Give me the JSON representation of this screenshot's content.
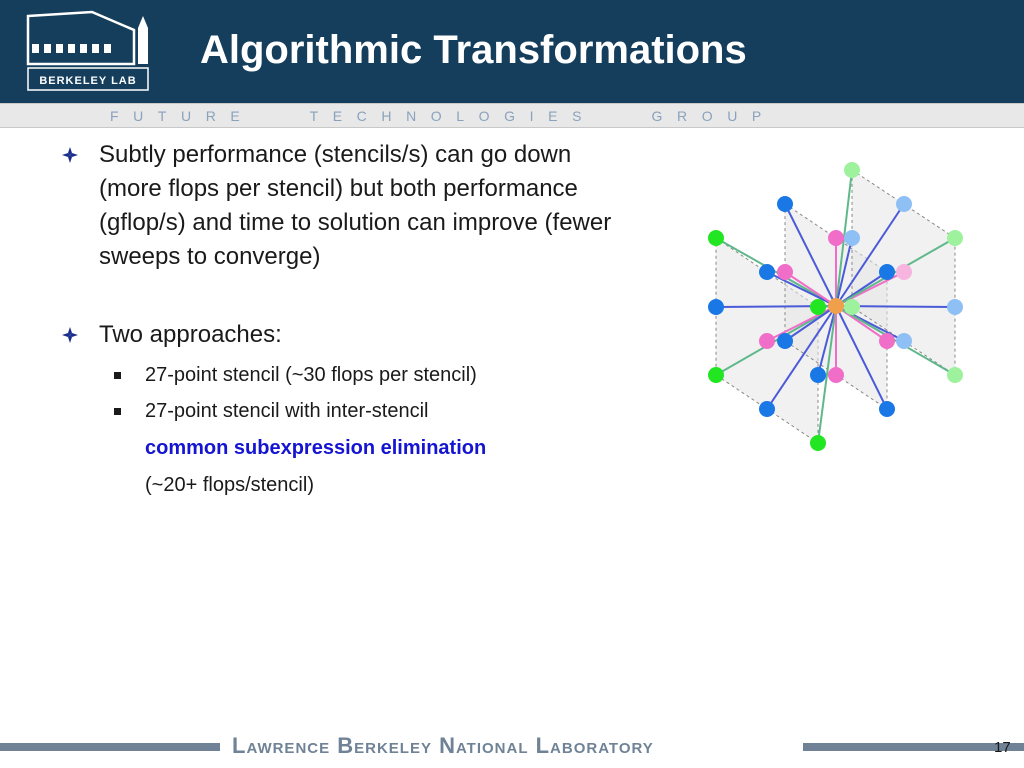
{
  "header": {
    "title": "Algorithmic Transformations",
    "logo_text": "BERKELEY LAB",
    "tagline": "FUTURE   TECHNOLOGIES   GROUP"
  },
  "bullets": [
    {
      "text": "Subtly performance (stencils/s) can go down (more flops per stencil) but both performance (gflop/s) and time to solution can improve (fewer sweeps to converge)"
    },
    {
      "text": "Two approaches:",
      "subitems": [
        "27-point stencil (~30 flops per stencil)",
        "27-point stencil with inter-stencil"
      ],
      "continuation_highlight": "common subexpression elimination",
      "continuation_plain": "(~20+ flops/stencil)"
    }
  ],
  "colors": {
    "header_bg": "#153e5c",
    "highlight": "#1414d2",
    "footer": "#6f8296",
    "node_green": "#22e622",
    "node_blue": "#1a78e6",
    "node_pink": "#f06ec8",
    "node_center": "#f0a04b"
  },
  "icons": [
    "berkeley-lab-logo",
    "diamond-bullet-icon",
    "square-bullet-icon"
  ],
  "footer": {
    "text": "Lawrence Berkeley National Laboratory",
    "page_number": "17"
  }
}
